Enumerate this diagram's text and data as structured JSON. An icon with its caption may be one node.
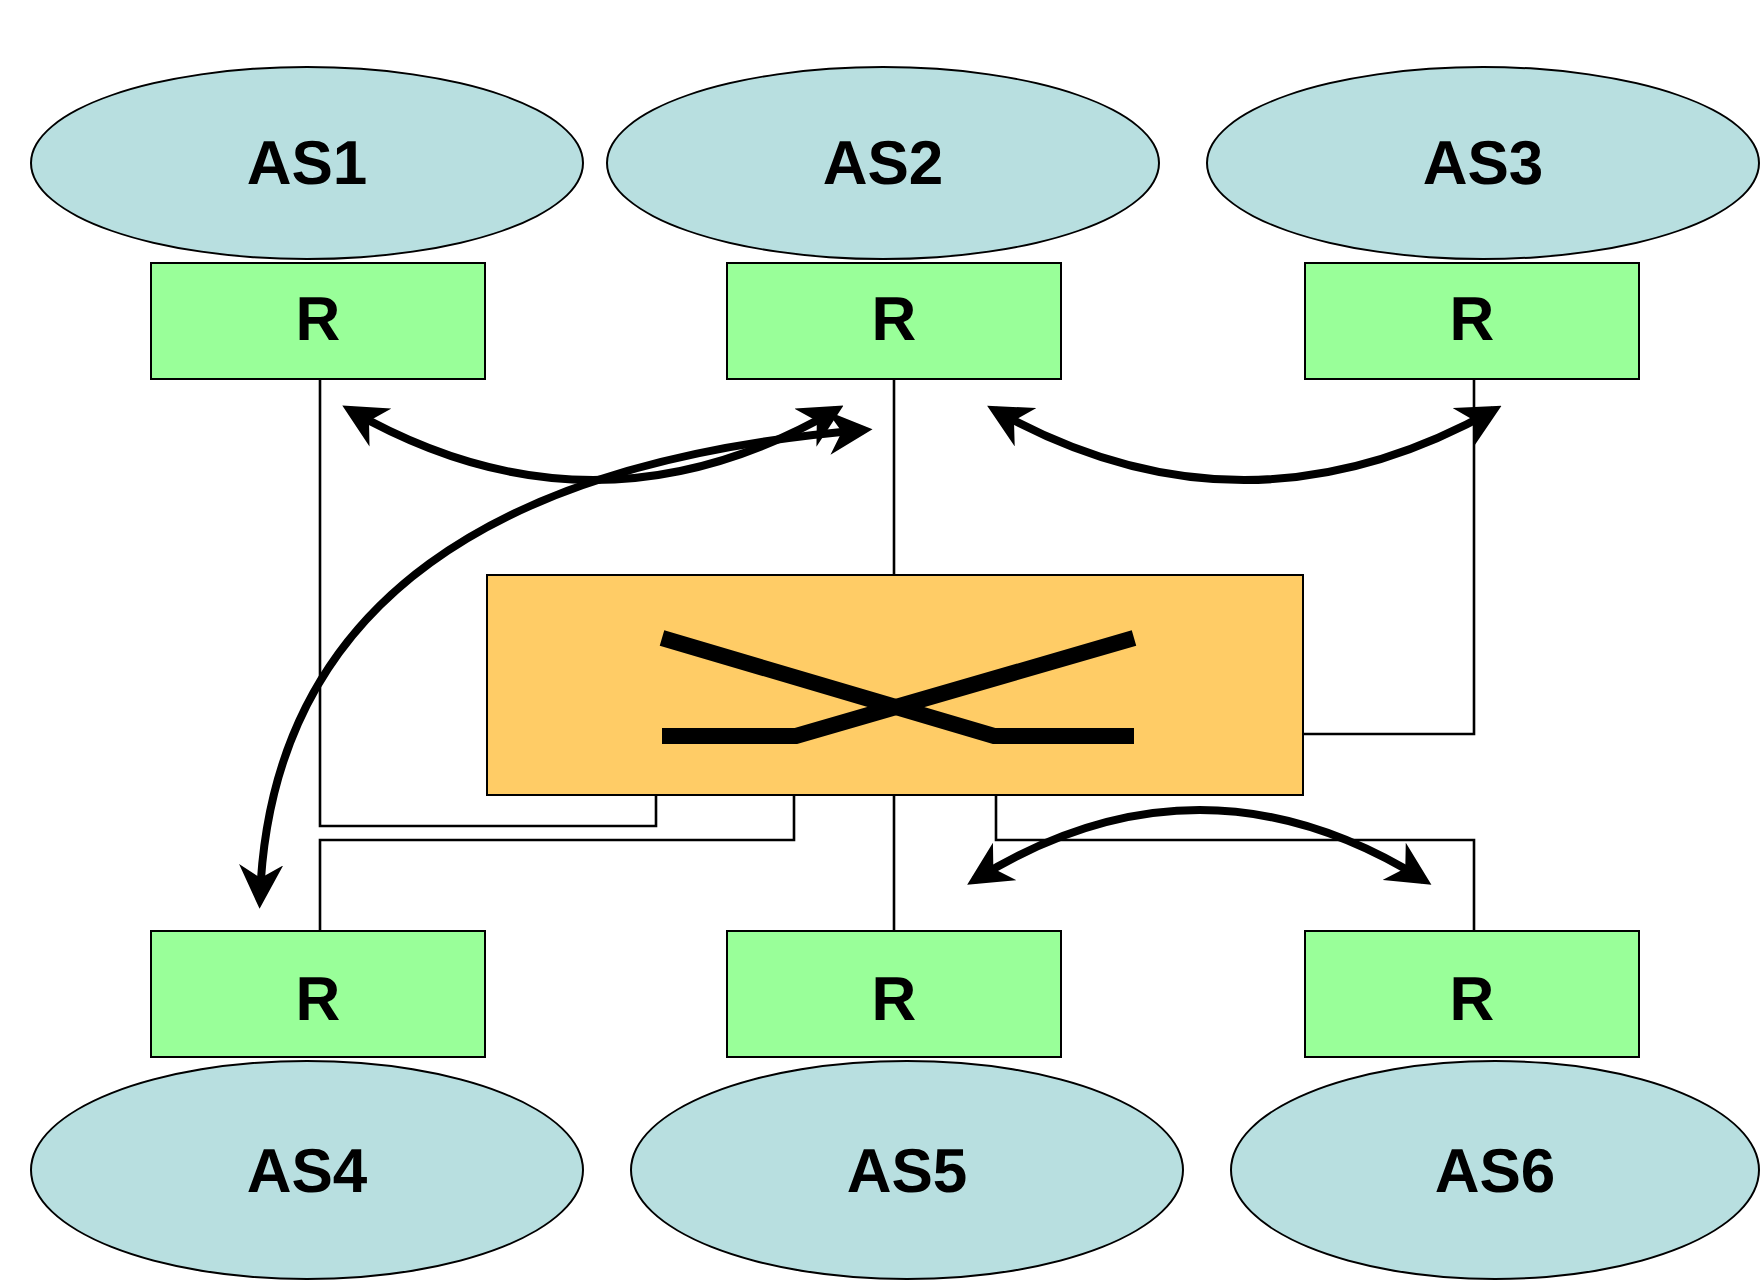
{
  "diagram": {
    "nodes": [
      {
        "text": [
          "AS1"
        ]
      },
      {
        "text": [
          "AS2"
        ]
      },
      {
        "text": [
          "AS3"
        ]
      },
      {
        "text": [
          "R"
        ]
      },
      {
        "text": [
          "R"
        ]
      },
      {
        "text": [
          "R"
        ]
      },
      {
        "text": [],
        "shape": "box"
      },
      {
        "text": [
          "R"
        ]
      },
      {
        "text": [
          "R"
        ]
      },
      {
        "text": [
          "R"
        ]
      },
      {
        "text": [
          "AS4"
        ]
      },
      {
        "text": [
          "AS5"
        ]
      },
      {
        "text": [
          "AS6"
        ]
      }
    ],
    "edges": [
      {
        "from": 3,
        "to": 6,
        "arrow": "none"
      },
      {
        "from": 4,
        "to": 6,
        "arrow": "none"
      },
      {
        "from": 5,
        "to": 6,
        "arrow": "none"
      },
      {
        "from": 7,
        "to": 6,
        "arrow": "none"
      },
      {
        "from": 8,
        "to": 6,
        "arrow": "none"
      },
      {
        "from": 9,
        "to": 6,
        "arrow": "none"
      },
      {
        "from": 3,
        "to": 4,
        "arrow": "both",
        "style": "thick"
      },
      {
        "from": 7,
        "to": 4,
        "arrow": "both",
        "style": "thick"
      },
      {
        "from": 4,
        "to": 5,
        "arrow": "both",
        "style": "thick"
      },
      {
        "from": 8,
        "to": 9,
        "arrow": "both",
        "style": "thick"
      }
    ]
  }
}
